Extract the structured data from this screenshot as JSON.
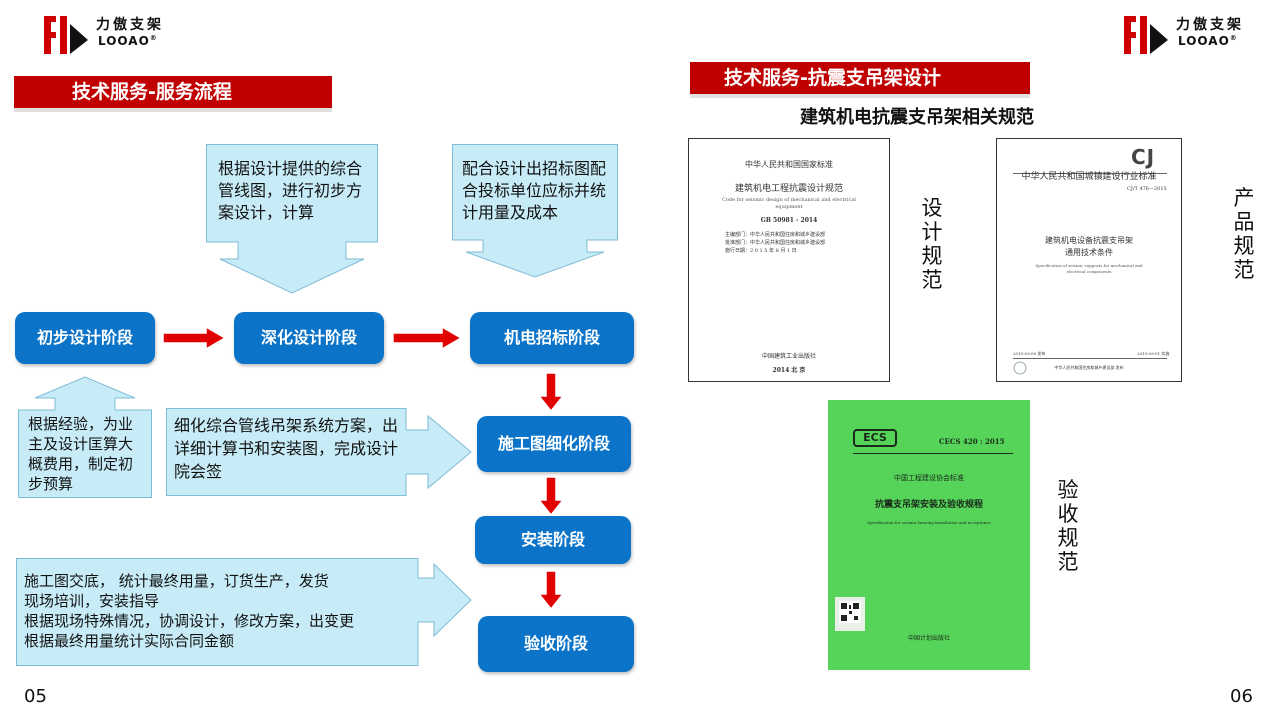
{
  "logo": {
    "cn": "力傲支架",
    "en": "LOOAO",
    "reg": "®"
  },
  "left": {
    "banner": "技术服务-服务流程",
    "callouts": {
      "top1": "根据设计提供的综合管线图，进行初步方案设计，计算",
      "top2": "配合设计出招标图配合投标单位应标并统计用量及成本",
      "mid_left": "根据经验，为业主及设计匡算大概费用，制定初步预算",
      "mid": "细化综合管线吊架系统方案，出详细计算书和安装图，完成设计院会签",
      "bottom_lines": [
        "施工图交底， 统计最终用量，订货生产，发货",
        "现场培训，安装指导",
        "根据现场特殊情况，协调设计，修改方案，出变更",
        "根据最终用量统计实际合同金额"
      ]
    },
    "stages": [
      "初步设计阶段",
      "深化设计阶段",
      "机电招标阶段",
      "施工图细化阶段",
      "安装阶段",
      "验收阶段"
    ],
    "page_number": "05"
  },
  "right": {
    "banner": "技术服务-抗震支吊架设计",
    "subtitle": "建筑机电抗震支吊架相关规范",
    "labels": {
      "design": "设计规范",
      "product": "产品规范",
      "accept": "验收规范"
    },
    "doc1": {
      "header": "中华人民共和国国家标准",
      "title": "建筑机电工程抗震设计规范",
      "en": "Code for seismic design of mechanical and electrical equipment",
      "code": "GB 50981 - 2014",
      "lines": [
        "主编部门：中华人民共和国住房和城乡建设部",
        "批准部门：中华人民共和国住房和城乡建设部",
        "施行日期：2 0 1 5 年 8 月 1 日"
      ],
      "publisher": "中国建筑工业出版社",
      "place": "2014 北 京"
    },
    "doc2": {
      "badge": "CJ",
      "header": "中华人民共和国城镇建设行业标准",
      "code": "CJ/T 476－2015",
      "title1": "建筑机电设备抗震支吊架",
      "title2": "通用技术条件",
      "en": "Specification of seismic supports for mechanical and electrical components",
      "date_left": "2015-03-09 发布",
      "date_right": "2015-09-01 实施",
      "publisher": "中华人民共和国住房和城乡建设部 发布"
    },
    "doc3": {
      "badge": "ECS",
      "code": "CECS 420 : 2015",
      "header": "中国工程建设协会标准",
      "title": "抗震支吊架安装及验收规程",
      "en": "Specification for seismic bracing installation and acceptance",
      "publisher": "中国计划出版社"
    },
    "page_number": "06"
  },
  "colors": {
    "banner": "#c00000",
    "stage": "#0b74c8",
    "callout": "#c7ecf7",
    "arrow_red": "#e00000",
    "green_doc": "#56d45a"
  },
  "icons": [
    "logo-mark-icon",
    "red-arrow-icon",
    "callout-arrow-icon"
  ]
}
